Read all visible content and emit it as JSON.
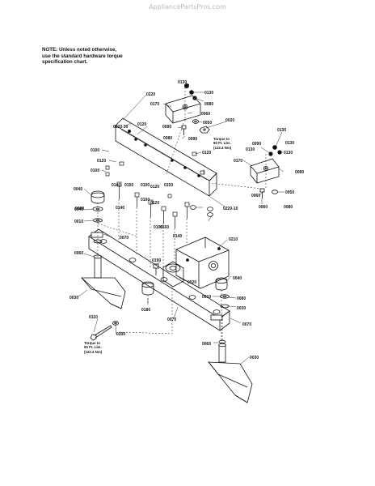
{
  "watermark": "AppliancePartsPros.com",
  "note": {
    "line1": "NOTE: Unless noted otherwise,",
    "line2": "use the standard hardware torque",
    "line3": "specification chart."
  },
  "torque_upper": {
    "line1": "Torque to",
    "line2": "90 Ft. Lbs.",
    "line3": "(122.4 Nm)"
  },
  "torque_lower": {
    "line1": "Torque to",
    "line2": "90 Ft. Lbs.",
    "line3": "(122.4 Nm)"
  },
  "labels": {
    "l0130a": "0130",
    "l0130b": "0130",
    "l0080a": "0080",
    "l0170a": "0170",
    "l0060a": "0060",
    "l0090a": "0090",
    "l0050a": "0050",
    "l0080b": "0080",
    "l0220": "0220",
    "l0220_30": "0220-30",
    "l0120a": "0120",
    "l0090b": "0090",
    "l0120b": "0120",
    "l0100a": "0100",
    "l0120c": "0120",
    "l0100b": "0100",
    "l0120d": "0120",
    "l0130c": "0130",
    "l0090c": "0090",
    "l0130d": "0130",
    "l0130e": "0130",
    "l0130f": "0130",
    "l0080c": "0080",
    "l0170b": "0170",
    "l0060b": "0060",
    "l0050b": "0050",
    "l0080d": "0080",
    "l0060c": "0060",
    "l0020": "0020",
    "l0220_10": "0220-10",
    "l0140a": "0140",
    "l0150a": "0150",
    "l0100c": "0100",
    "l0140b": "0140",
    "l0120e": "0120",
    "l0120f": "0120",
    "l0100d": "0100",
    "l0040": "0040",
    "l0150b": "0150",
    "l0100e": "0100",
    "l0140c": "0140",
    "l0160": "0160",
    "l0210": "0210",
    "l0040b": "0040",
    "l0010a": "0010",
    "l0080e": "0080",
    "l0070a": "0070",
    "l0060d": "0060",
    "l0190": "0190",
    "l0020b": "0020",
    "l0030a": "0030",
    "l0040c": "0040",
    "l0010b": "0010",
    "l0080f": "0080",
    "l0030b": "0030",
    "l0180": "0180",
    "l0070b": "0070",
    "l0070c": "0070",
    "l0110": "0110",
    "l0200": "0200",
    "l0060e": "0060",
    "l0030c": "0030"
  }
}
